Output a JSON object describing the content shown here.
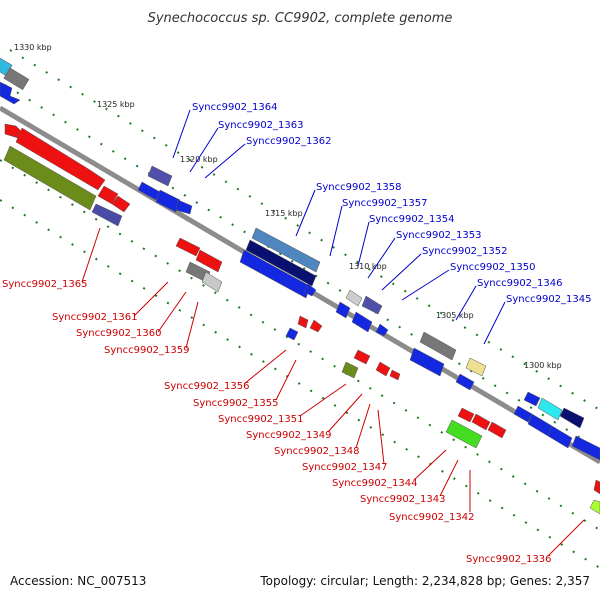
{
  "header": {
    "title": "Synechococcus sp. CC9902, complete genome"
  },
  "footer": {
    "accession": "Accession: NC_007513",
    "summary": "Topology: circular; Length: 2,234,828 bp; Genes: 2,357"
  },
  "colors": {
    "plus_label": "#0000cc",
    "minus_label": "#cc0000",
    "backbone": "#8c8c8c",
    "tick": "#1f7a1f"
  },
  "position_markers": [
    {
      "id": "m1330",
      "label": "1330 kbp"
    },
    {
      "id": "m1325",
      "label": "1325 kbp"
    },
    {
      "id": "m1320",
      "label": "1320 kbp"
    },
    {
      "id": "m1315",
      "label": "1315 kbp"
    },
    {
      "id": "m1310",
      "label": "1310 kbp"
    },
    {
      "id": "m1305",
      "label": "1305 kbp"
    },
    {
      "id": "m1300",
      "label": "1300 kbp"
    }
  ],
  "plus_strand_labels": [
    {
      "id": "g1364",
      "label": "Syncc9902_1364"
    },
    {
      "id": "g1363",
      "label": "Syncc9902_1363"
    },
    {
      "id": "g1362",
      "label": "Syncc9902_1362"
    },
    {
      "id": "g1358",
      "label": "Syncc9902_1358"
    },
    {
      "id": "g1357",
      "label": "Syncc9902_1357"
    },
    {
      "id": "g1354",
      "label": "Syncc9902_1354"
    },
    {
      "id": "g1353",
      "label": "Syncc9902_1353"
    },
    {
      "id": "g1352",
      "label": "Syncc9902_1352"
    },
    {
      "id": "g1350",
      "label": "Syncc9902_1350"
    },
    {
      "id": "g1346",
      "label": "Syncc9902_1346"
    },
    {
      "id": "g1345",
      "label": "Syncc9902_1345"
    }
  ],
  "minus_strand_labels": [
    {
      "id": "g1365",
      "label": "Syncc9902_1365"
    },
    {
      "id": "g1361",
      "label": "Syncc9902_1361"
    },
    {
      "id": "g1360",
      "label": "Syncc9902_1360"
    },
    {
      "id": "g1359",
      "label": "Syncc9902_1359"
    },
    {
      "id": "g1356",
      "label": "Syncc9902_1356"
    },
    {
      "id": "g1355",
      "label": "Syncc9902_1355"
    },
    {
      "id": "g1351",
      "label": "Syncc9902_1351"
    },
    {
      "id": "g1349",
      "label": "Syncc9902_1349"
    },
    {
      "id": "g1348",
      "label": "Syncc9902_1348"
    },
    {
      "id": "g1347",
      "label": "Syncc9902_1347"
    },
    {
      "id": "g1344",
      "label": "Syncc9902_1344"
    },
    {
      "id": "g1343",
      "label": "Syncc9902_1343"
    },
    {
      "id": "g1342",
      "label": "Syncc9902_1342"
    },
    {
      "id": "g1336",
      "label": "Syncc9902_1336"
    }
  ]
}
